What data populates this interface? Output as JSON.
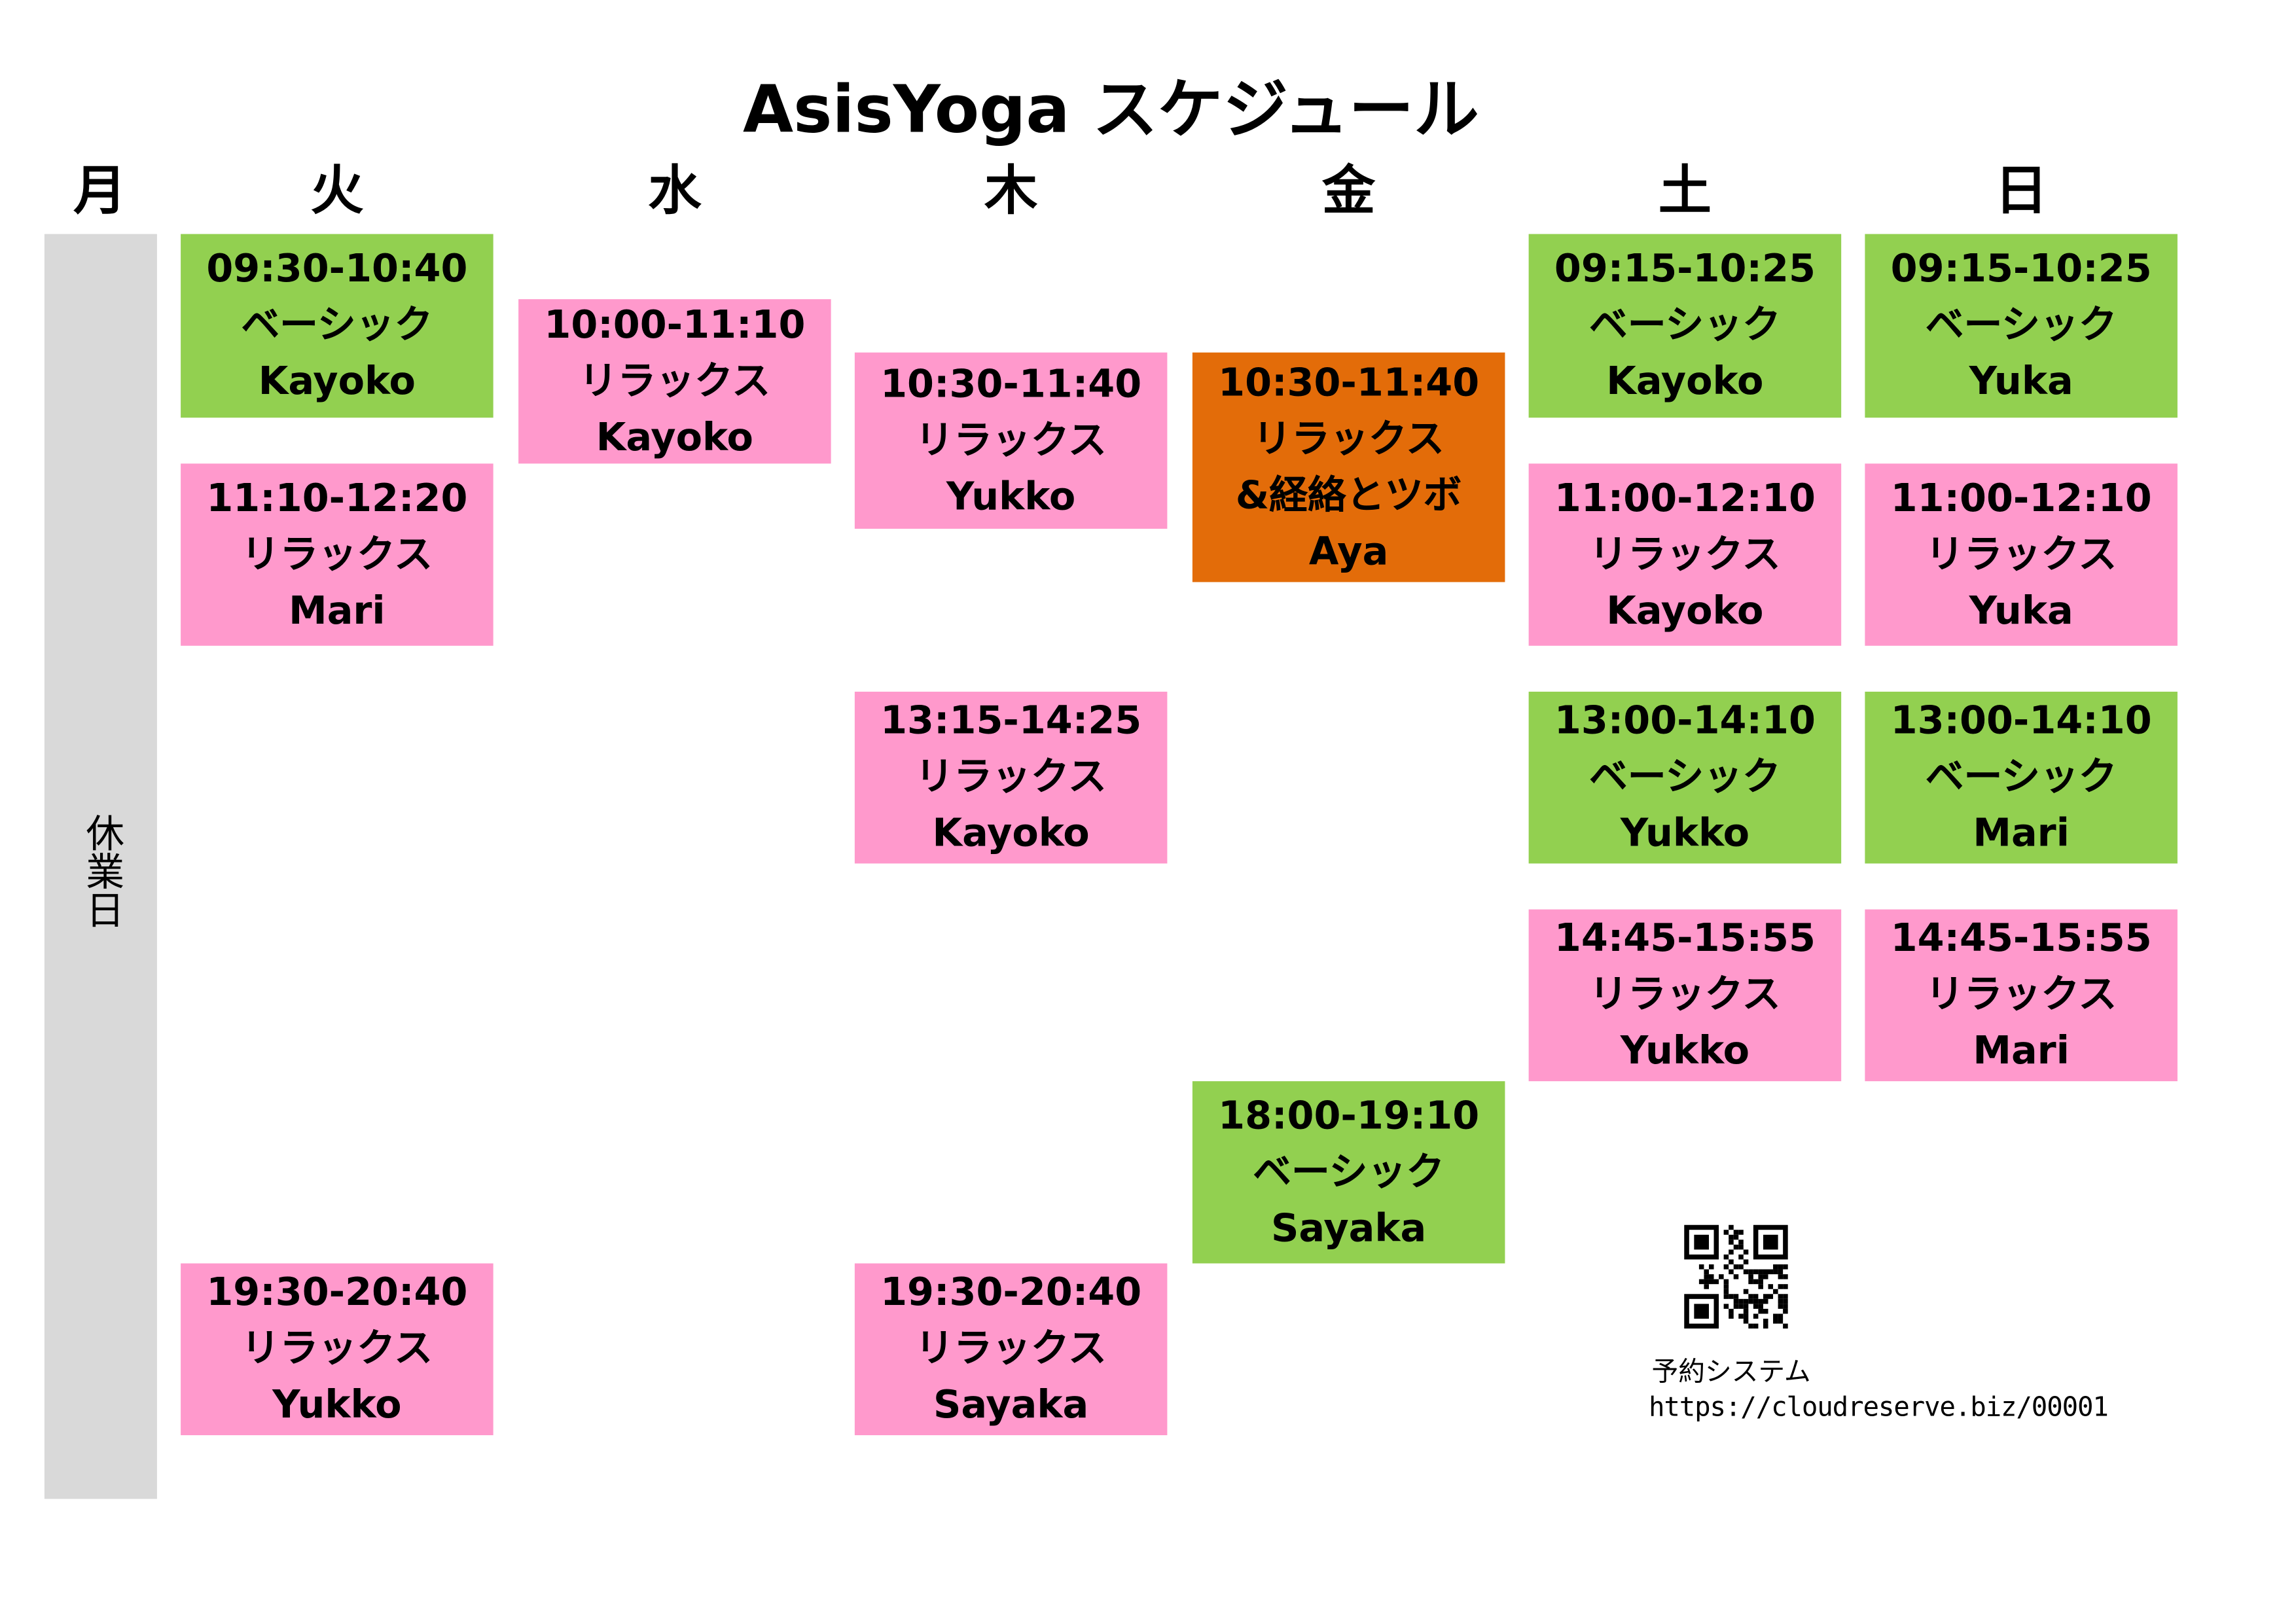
{
  "title": "AsisYoga スケジュール",
  "days": [
    "月",
    "火",
    "水",
    "木",
    "金",
    "土",
    "日"
  ],
  "monday_closed": "休業日",
  "colors": {
    "basic": "#92d050",
    "relax": "#ff99cc",
    "special": "#e36c09",
    "closed": "#d9d9d9"
  },
  "classes": {
    "tue": [
      {
        "time": "09:30-10:40",
        "name": "ベーシック",
        "teacher": "Kayoko"
      },
      {
        "time": "11:10-12:20",
        "name": "リラックス",
        "teacher": "Mari"
      },
      {
        "time": "19:30-20:40",
        "name": "リラックス",
        "teacher": "Yukko"
      }
    ],
    "wed": [
      {
        "time": "10:00-11:10",
        "name": "リラックス",
        "teacher": "Kayoko"
      }
    ],
    "thu": [
      {
        "time": "10:30-11:40",
        "name": "リラックス",
        "teacher": "Yukko"
      },
      {
        "time": "13:15-14:25",
        "name": "リラックス",
        "teacher": "Kayoko"
      },
      {
        "time": "19:30-20:40",
        "name": "リラックス",
        "teacher": "Sayaka"
      }
    ],
    "fri": [
      {
        "time": "10:30-11:40",
        "name": "リラックス",
        "name2": "&経絡とツボ",
        "teacher": "Aya"
      },
      {
        "time": "18:00-19:10",
        "name": "ベーシック",
        "teacher": "Sayaka"
      }
    ],
    "sat": [
      {
        "time": "09:15-10:25",
        "name": "ベーシック",
        "teacher": "Kayoko"
      },
      {
        "time": "11:00-12:10",
        "name": "リラックス",
        "teacher": "Kayoko"
      },
      {
        "time": "13:00-14:10",
        "name": "ベーシック",
        "teacher": "Yukko"
      },
      {
        "time": "14:45-15:55",
        "name": "リラックス",
        "teacher": "Yukko"
      }
    ],
    "sun": [
      {
        "time": "09:15-10:25",
        "name": "ベーシック",
        "teacher": "Yuka"
      },
      {
        "time": "11:00-12:10",
        "name": "リラックス",
        "teacher": "Yuka"
      },
      {
        "time": "13:00-14:10",
        "name": "ベーシック",
        "teacher": "Mari"
      },
      {
        "time": "14:45-15:55",
        "name": "リラックス",
        "teacher": "Mari"
      }
    ]
  },
  "reservation": {
    "label": "予約システム",
    "url": "https://cloudreserve.biz/00001"
  }
}
